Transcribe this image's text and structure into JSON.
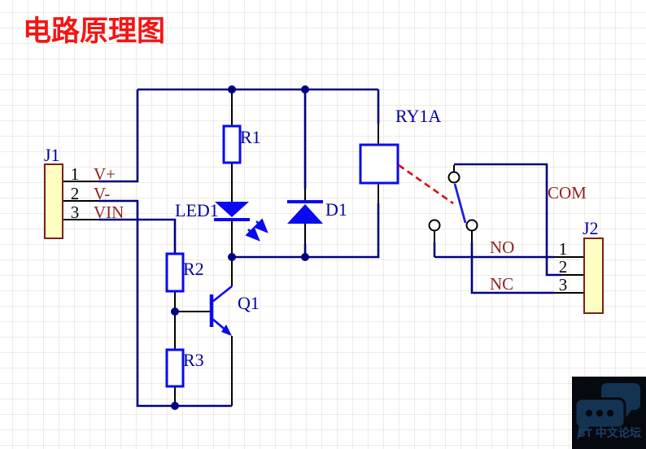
{
  "title": "电路原理图",
  "colors": {
    "title_red": "#F51414",
    "wire_navy": "#000080",
    "component_blue": "#0A0AF0",
    "pin_black": "#000000",
    "designator_blue": "#0000A0",
    "net_label_maroon": "#8F2222",
    "connector_fill": "#FFFFC2",
    "connector_border": "#7A1F1F",
    "actuation_dashed_red": "#E00A0A",
    "logo_background": "#06090F",
    "logo_bubble": "#143352"
  },
  "schematic": {
    "j1": {
      "label": "J1",
      "pins": [
        {
          "number": "1",
          "net": "V+"
        },
        {
          "number": "2",
          "net": "V-"
        },
        {
          "number": "3",
          "net": "VIN"
        }
      ]
    },
    "j2": {
      "label": "J2",
      "pins": [
        {
          "number": "1"
        },
        {
          "number": "2"
        },
        {
          "number": "3"
        }
      ]
    },
    "net_labels": {
      "com": "COM",
      "no": "NO",
      "nc": "NC"
    },
    "components": {
      "r1": {
        "designator": "R1"
      },
      "r2": {
        "designator": "R2"
      },
      "r3": {
        "designator": "R3"
      },
      "q1": {
        "designator": "Q1"
      },
      "led1": {
        "designator": "LED1"
      },
      "d1": {
        "designator": "D1"
      },
      "relay": {
        "designator": "RY1A"
      }
    }
  },
  "logo": {
    "text": "ST 中文论坛"
  }
}
